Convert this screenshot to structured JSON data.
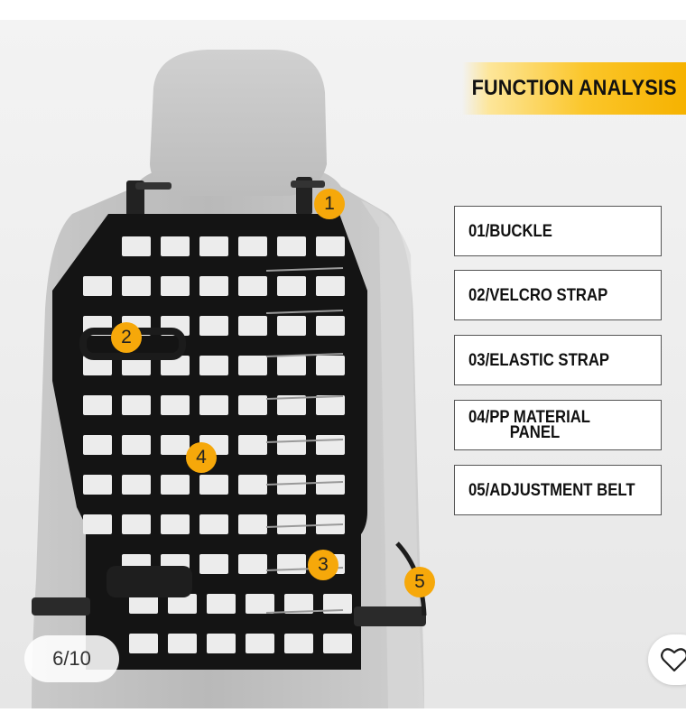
{
  "title": "FUNCTION ANALYSIS",
  "features": [
    {
      "label_line1": "01/BUCKLE",
      "label_line2": ""
    },
    {
      "label_line1": "02/VELCRO STRAP",
      "label_line2": ""
    },
    {
      "label_line1": "03/ELASTIC STRAP",
      "label_line2": ""
    },
    {
      "label_line1": "04/PP MATERIAL",
      "label_line2": "PANEL"
    },
    {
      "label_line1": "05/ADJUSTMENT BELT",
      "label_line2": ""
    }
  ],
  "badges": [
    "1",
    "2",
    "3",
    "4",
    "5"
  ],
  "gallery": {
    "counter": "6/10"
  },
  "icons": {
    "favorite": "heart-outline-icon"
  },
  "colors": {
    "badge": "#f6a80a",
    "banner": "#fbc62a",
    "panel": "#141414"
  }
}
